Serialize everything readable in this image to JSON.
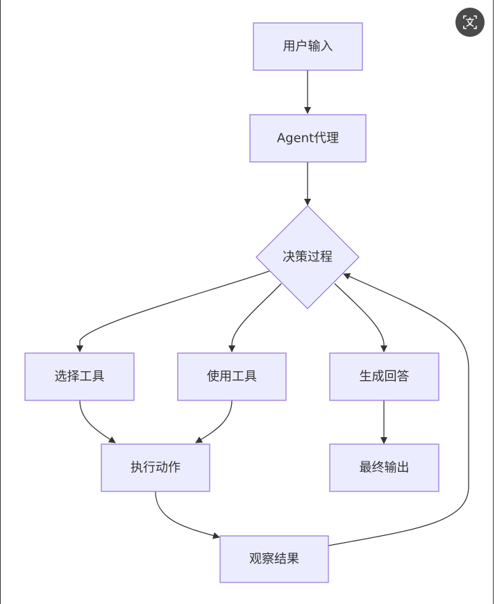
{
  "colors": {
    "node_fill": "#ECECFF",
    "node_stroke": "#9370DB",
    "edge": "#333333",
    "text": "#333333"
  },
  "icons": {
    "translate": "translate-icon"
  },
  "nodes": {
    "user_input": "用户输入",
    "agent": "Agent代理",
    "decision": "决策过程",
    "select_tool": "选择工具",
    "use_tool": "使用工具",
    "generate_answer": "生成回答",
    "execute_action": "执行动作",
    "final_output": "最终输出",
    "observe_result": "观察结果"
  }
}
